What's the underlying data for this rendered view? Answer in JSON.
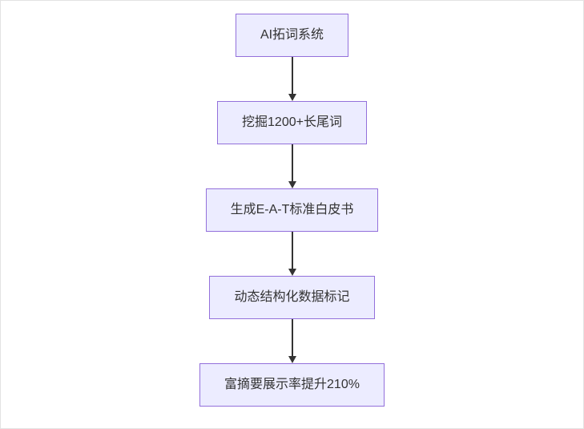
{
  "diagram": {
    "type": "flowchart",
    "direction": "top-down",
    "nodes": [
      {
        "id": "A",
        "label": "AI拓词系统"
      },
      {
        "id": "B",
        "label": "挖掘1200+长尾词"
      },
      {
        "id": "C",
        "label": "生成E-A-T标准白皮书"
      },
      {
        "id": "D",
        "label": "动态结构化数据标记"
      },
      {
        "id": "E",
        "label": "富摘要展示率提升210%"
      }
    ],
    "edges": [
      {
        "from": "A",
        "to": "B"
      },
      {
        "from": "B",
        "to": "C"
      },
      {
        "from": "C",
        "to": "D"
      },
      {
        "from": "D",
        "to": "E"
      }
    ],
    "colors": {
      "node_fill": "#ECECFF",
      "node_border": "#9370DB",
      "node_text": "#333333",
      "edge": "#333333",
      "background": "#ffffff"
    }
  }
}
